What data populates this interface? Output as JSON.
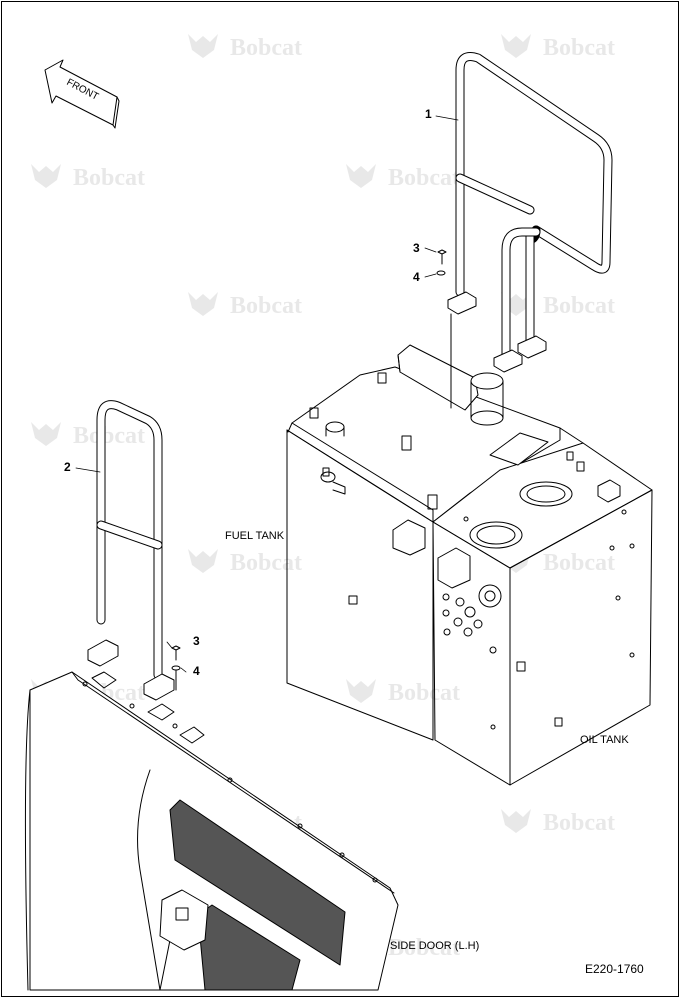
{
  "watermark": {
    "brand": "Bobcat",
    "color": "#b0b0b0"
  },
  "front_arrow": {
    "label": "FRONT"
  },
  "callouts": {
    "handrail_tank": "1",
    "handrail_door": "2",
    "bolt_upper": "3",
    "washer_upper": "4",
    "bolt_lower": "3",
    "washer_lower": "4"
  },
  "captions": {
    "fuel_tank": "FUEL TANK",
    "oil_tank": "OIL TANK",
    "side_door": "SIDE DOOR (L.H)"
  },
  "drawing_number": "E220-1760",
  "colors": {
    "line": "#000000",
    "paper": "#ffffff"
  }
}
